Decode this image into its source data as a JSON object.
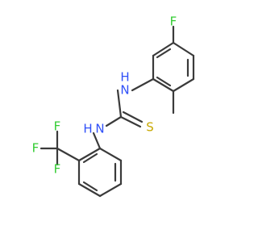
{
  "molecule": {
    "atoms": {
      "F_top": {
        "symbol": "F",
        "color": "#33cc33"
      },
      "N_upper": {
        "symbol": "N",
        "color": "#3050f8"
      },
      "H_upper": {
        "symbol": "H",
        "color": "#3050f8"
      },
      "N_lower": {
        "symbol": "N",
        "color": "#3050f8"
      },
      "H_lower": {
        "symbol": "H",
        "color": "#3050f8"
      },
      "S": {
        "symbol": "S",
        "color": "#c8a800"
      },
      "F_cf3_top": {
        "symbol": "F",
        "color": "#33cc33"
      },
      "F_cf3_left": {
        "symbol": "F",
        "color": "#33cc33"
      },
      "F_cf3_bottom": {
        "symbol": "F",
        "color": "#33cc33"
      }
    },
    "bond_color": "#3a3a3a"
  }
}
